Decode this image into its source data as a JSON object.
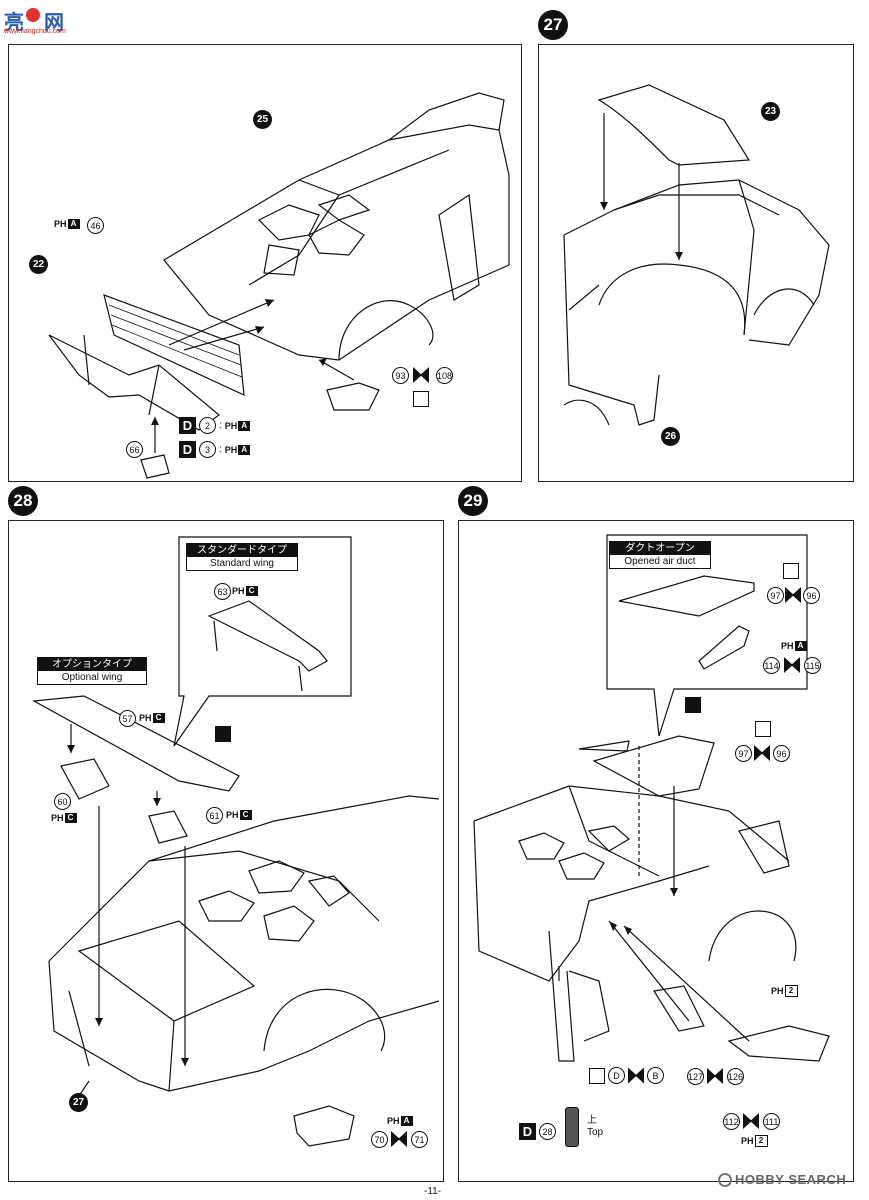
{
  "watermark": {
    "brand": "亮",
    "brand2": "网",
    "site": "www.liangchou.com"
  },
  "steps": [
    "27",
    "28",
    "29"
  ],
  "parts": {
    "p25": "25",
    "p22": "22",
    "p46": "46",
    "p66": "66",
    "p93": "93",
    "p108": "108",
    "p23": "23",
    "p26": "26",
    "p27": "27",
    "p57": "57",
    "p60": "60",
    "p61": "61",
    "p63": "63",
    "p70": "70",
    "p71": "71",
    "p96": "96",
    "p97": "97",
    "p114": "114",
    "p115": "115",
    "p111": "111",
    "p112": "112",
    "p126": "126",
    "p127": "127",
    "p28": "28"
  },
  "paint": {
    "ph": "PH",
    "a": "A",
    "c": "C",
    "two": "2",
    "d2_label": "D",
    "d2_num": "2",
    "d3_label": "D",
    "d3_num": "3",
    "colon": ":",
    "d_letter": "D",
    "b_letter": "B"
  },
  "captions": {
    "standard_jp": "スタンダードタイプ",
    "standard_en": "Standard wing",
    "option_jp": "オプションタイプ",
    "option_en": "Optional wing",
    "duct_jp": "ダクトオープン",
    "duct_en": "Opened air duct"
  },
  "top_label": {
    "jp": "上",
    "en": "Top"
  },
  "footer": {
    "page": "-11-",
    "brand_logo": "HOBBY SEARCH"
  },
  "colors": {
    "ink": "#111111",
    "paper": "#ffffff"
  }
}
